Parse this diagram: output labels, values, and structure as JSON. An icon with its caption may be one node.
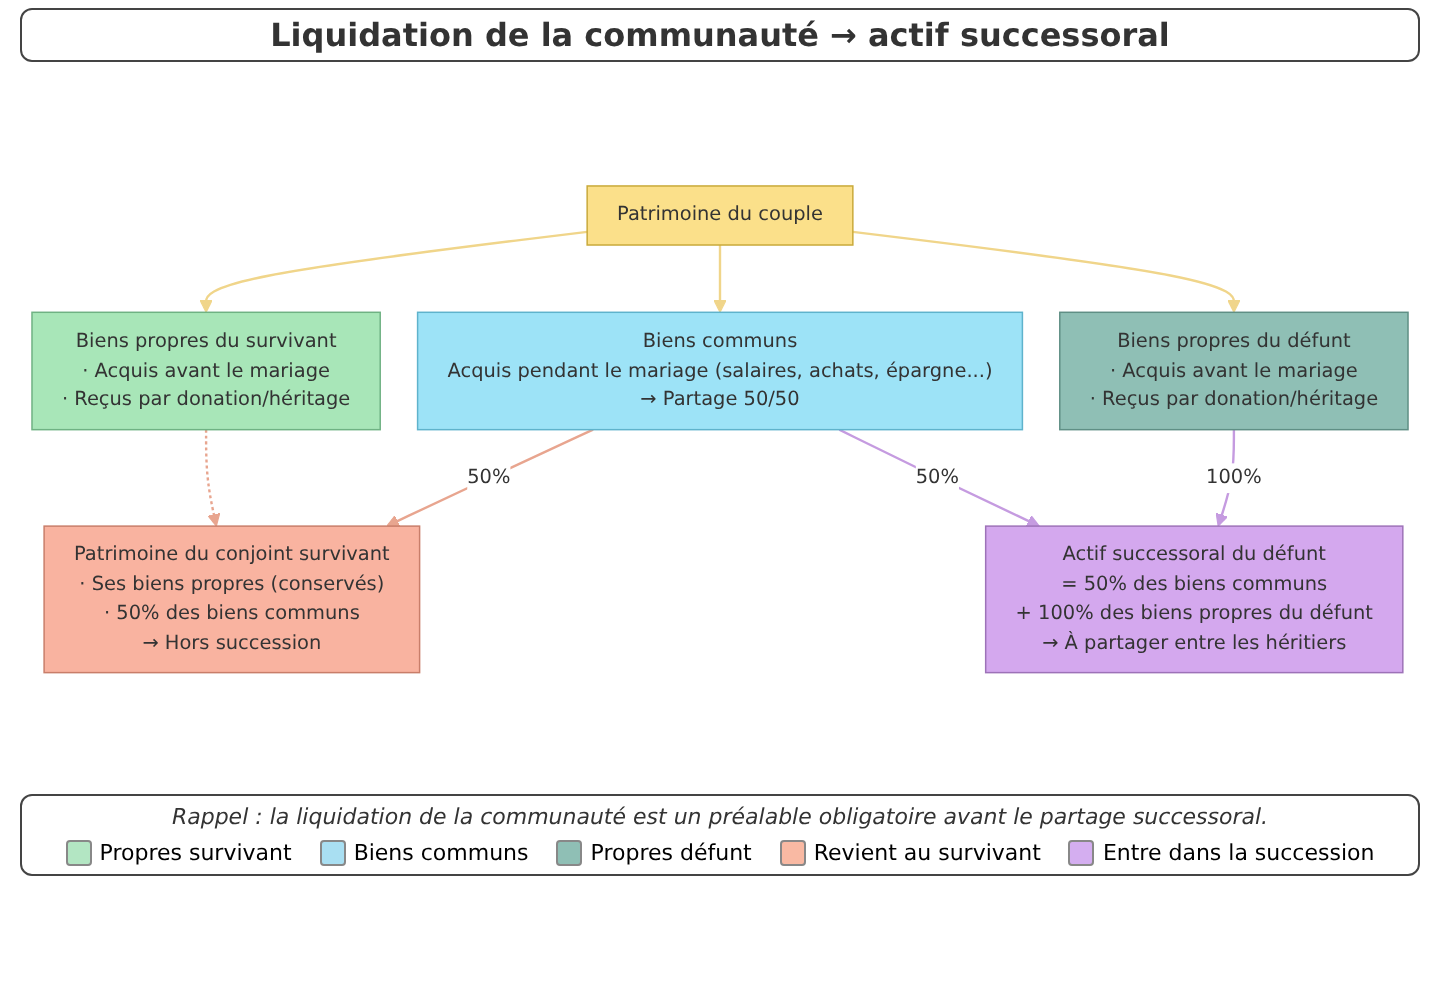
{
  "diagram": {
    "title": "Liquidation de la communauté → actif successoral",
    "caption": "Rappel : la liquidation de la communauté est un préalable obligatoire avant le partage successoral.",
    "nodes": [
      {
        "text": [
          "Patrimoine du couple"
        ]
      },
      {
        "text": [
          "Biens propres du survivant",
          "· Acquis avant le mariage",
          "· Reçus par donation/héritage"
        ]
      },
      {
        "text": [
          "Biens communs",
          "Acquis pendant le mariage (salaires, achats, épargne...)",
          "→ Partage 50/50"
        ]
      },
      {
        "text": [
          "Biens propres du défunt",
          "· Acquis avant le mariage",
          "· Reçus par donation/héritage"
        ]
      },
      {
        "text": [
          "Patrimoine du conjoint survivant",
          "· Ses biens propres (conservés)",
          "· 50% des biens communs",
          "→ Hors succession"
        ]
      },
      {
        "text": [
          "Actif successoral du défunt",
          "= 50% des biens communs",
          "+ 100% des biens propres du défunt",
          "→ À partager entre les héritiers"
        ]
      }
    ],
    "edges": [
      {
        "from": 0,
        "to": 1,
        "arrow": "to",
        "color": "#f0d58a"
      },
      {
        "from": 0,
        "to": 2,
        "arrow": "to",
        "color": "#f0d58a"
      },
      {
        "from": 0,
        "to": 3,
        "arrow": "to",
        "color": "#f0d58a"
      },
      {
        "from": 1,
        "to": 4,
        "arrow": "to",
        "style": "dashed",
        "color": "#e8a58f"
      },
      {
        "from": 2,
        "to": 4,
        "arrow": "to",
        "label": "50%",
        "color": "#e8a58f"
      },
      {
        "from": 2,
        "to": 5,
        "arrow": "to",
        "label": "50%",
        "color": "#c59be0"
      },
      {
        "from": 3,
        "to": 5,
        "arrow": "to",
        "label": "100%",
        "color": "#c59be0"
      }
    ],
    "legend": [
      {
        "text": "Propres survivant",
        "color": "#b3e6c3"
      },
      {
        "text": "Biens communs",
        "color": "#a9dff2"
      },
      {
        "text": "Propres défunt",
        "color": "#8fbfb5"
      },
      {
        "text": "Revient au survivant",
        "color": "#f9b9a3"
      },
      {
        "text": "Entre dans la succession",
        "color": "#d4aef0"
      }
    ]
  }
}
